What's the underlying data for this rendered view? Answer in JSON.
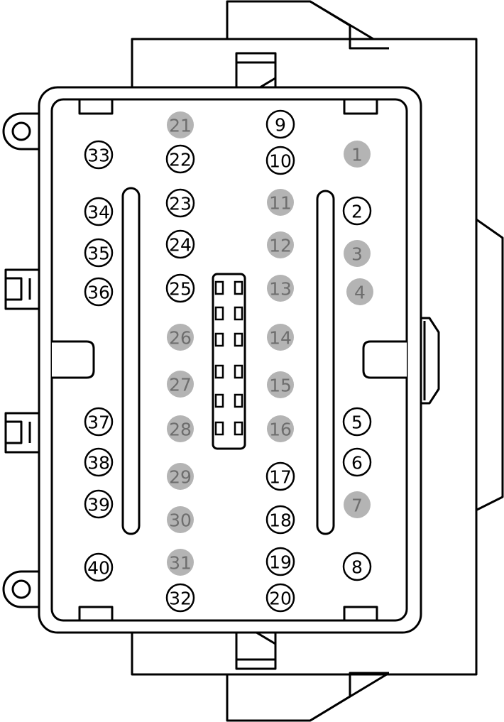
{
  "colors": {
    "line": "#000000",
    "background": "#ffffff",
    "used_pin_fill": "#b4b4b4",
    "used_pin_text": "#6e6e6e",
    "empty_pin_text": "#000000"
  },
  "pins": [
    {
      "label": "1",
      "populated": true
    },
    {
      "label": "2",
      "populated": false
    },
    {
      "label": "3",
      "populated": true
    },
    {
      "label": "4",
      "populated": true
    },
    {
      "label": "5",
      "populated": false
    },
    {
      "label": "6",
      "populated": false
    },
    {
      "label": "7",
      "populated": true
    },
    {
      "label": "8",
      "populated": false
    },
    {
      "label": "9",
      "populated": false
    },
    {
      "label": "10",
      "populated": false
    },
    {
      "label": "11",
      "populated": true
    },
    {
      "label": "12",
      "populated": true
    },
    {
      "label": "13",
      "populated": true
    },
    {
      "label": "14",
      "populated": true
    },
    {
      "label": "15",
      "populated": true
    },
    {
      "label": "16",
      "populated": true
    },
    {
      "label": "17",
      "populated": false
    },
    {
      "label": "18",
      "populated": false
    },
    {
      "label": "19",
      "populated": false
    },
    {
      "label": "20",
      "populated": false
    },
    {
      "label": "21",
      "populated": true
    },
    {
      "label": "22",
      "populated": false
    },
    {
      "label": "23",
      "populated": false
    },
    {
      "label": "24",
      "populated": false
    },
    {
      "label": "25",
      "populated": false
    },
    {
      "label": "26",
      "populated": true
    },
    {
      "label": "27",
      "populated": true
    },
    {
      "label": "28",
      "populated": true
    },
    {
      "label": "29",
      "populated": true
    },
    {
      "label": "30",
      "populated": true
    },
    {
      "label": "31",
      "populated": true
    },
    {
      "label": "32",
      "populated": false
    },
    {
      "label": "33",
      "populated": false
    },
    {
      "label": "34",
      "populated": false
    },
    {
      "label": "35",
      "populated": false
    },
    {
      "label": "36",
      "populated": false
    },
    {
      "label": "37",
      "populated": false
    },
    {
      "label": "38",
      "populated": false
    },
    {
      "label": "39",
      "populated": false
    },
    {
      "label": "40",
      "populated": false
    }
  ]
}
